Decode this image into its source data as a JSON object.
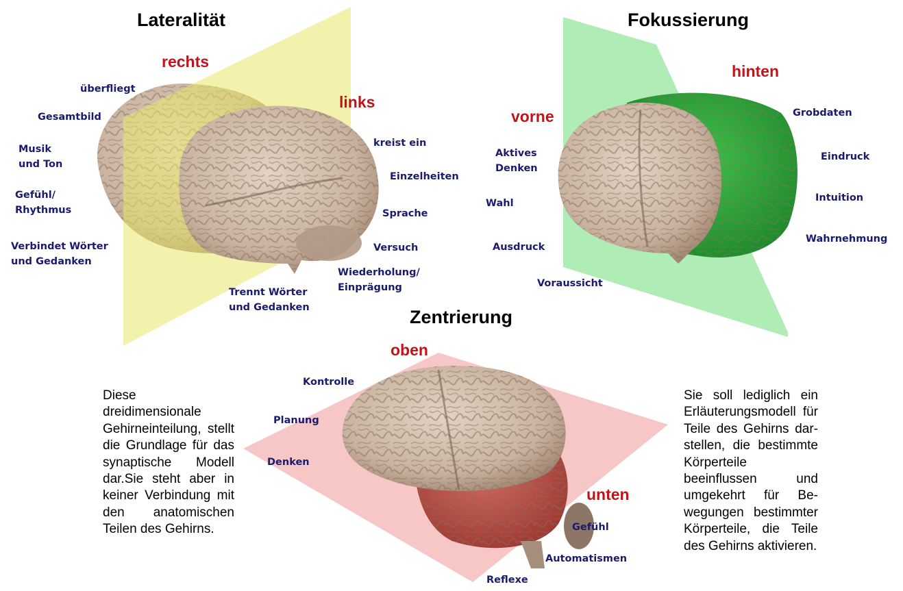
{
  "diagrams": {
    "laterality": {
      "title": "Lateralität",
      "dir_a": "rechts",
      "dir_b": "links",
      "left_labels": [
        "überfliegt",
        "Gesamtbild",
        "Musik\nund Ton",
        "Gefühl/\nRhythmus",
        "Verbindet Wörter\nund Gedanken"
      ],
      "right_labels": [
        "kreist ein",
        "Einzelheiten",
        "Sprache",
        "Versuch",
        "Wiederholung/\nEinprägung",
        "Trennt Wörter\nund Gedanken"
      ],
      "plane_color": "#e8e86a"
    },
    "focus": {
      "title": "Fokussierung",
      "dir_a": "vorne",
      "dir_b": "hinten",
      "left_labels": [
        "Aktives\nDenken",
        "Wahl",
        "Ausdruck",
        "Voraussicht"
      ],
      "right_labels": [
        "Grobdaten",
        "Eindruck",
        "Intuition",
        "Wahrnehmung"
      ],
      "plane_color": "#6fdc7a"
    },
    "centering": {
      "title": "Zentrierung",
      "dir_a": "oben",
      "dir_b": "unten",
      "top_labels": [
        "Kontrolle",
        "Planung",
        "Denken"
      ],
      "bottom_labels": [
        "Gefühl",
        "Automatismen",
        "Reflexe"
      ],
      "plane_color": "#f2a0a0"
    }
  },
  "text": {
    "left_paragraph": "Diese dreidimensionale Gehirneinteilung, stellt die Grundlage für das synaptische Modell dar.Sie steht aber in keiner Verbindung mit den anatomischen Teilen des Gehirns.",
    "right_paragraph": "Sie soll lediglich ein Erläuterungsmodell für Teile des Gehirns dar-stellen, die bestimmte Körperteile beeinflussen und umgekehrt für Be-wegungen bestimmter Körperteile, die Teile des Gehirns aktivieren."
  }
}
